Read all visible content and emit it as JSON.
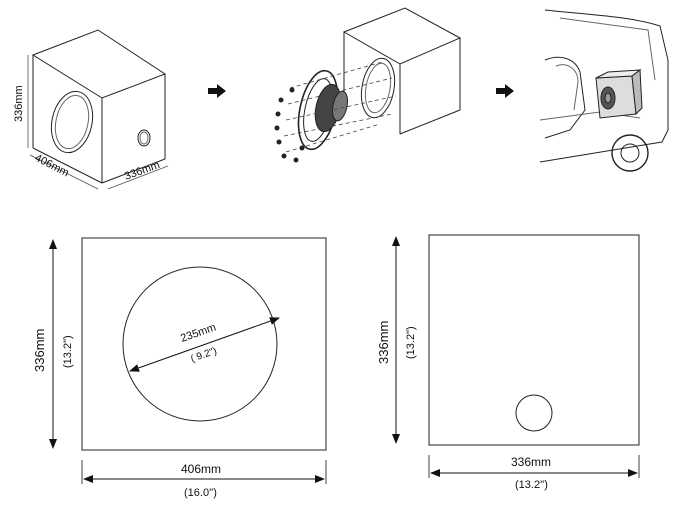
{
  "top_row": {
    "box_iso": {
      "height_label": "336mm",
      "width_label": "406mm",
      "depth_label": "336mm"
    },
    "icons": [
      "arrow-right-icon",
      "arrow-right-icon"
    ]
  },
  "front_panel": {
    "height_mm": "336mm",
    "height_in": "(13.2\")",
    "width_mm": "406mm",
    "width_in": "(16.0'')",
    "hole_mm": "235mm",
    "hole_in": "( 9.2\")"
  },
  "side_panel": {
    "height_mm": "336mm",
    "height_in": "(13.2\")",
    "width_mm": "336mm",
    "width_in": "(13.2'')"
  },
  "colors": {
    "line": "#111111",
    "background": "#ffffff",
    "shade": "#444444"
  }
}
